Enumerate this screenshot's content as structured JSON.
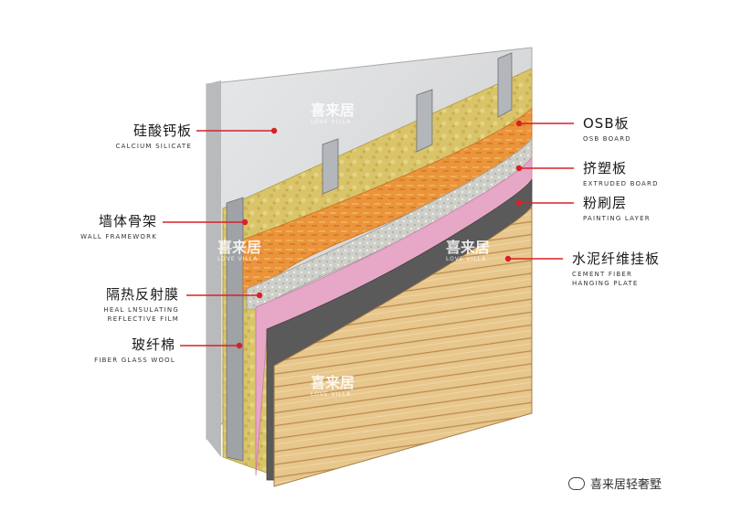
{
  "labels": {
    "calcium_silicate": {
      "zh": "硅酸钙板",
      "en": "CALCIUM SILICATE"
    },
    "wall_framework": {
      "zh": "墙体骨架",
      "en": "WALL FRAMEWORK"
    },
    "heat_film": {
      "zh": "隔热反射膜",
      "en_line1": "HEAL LNSULATING",
      "en_line2": "REFLECTIVE FILM"
    },
    "fiber_glass": {
      "zh": "玻纤棉",
      "en": "FIBER GLASS WOOL"
    },
    "osb": {
      "zh": "OSB板",
      "en": "OSB BOARD"
    },
    "extruded": {
      "zh": "挤塑板",
      "en": "EXTRUDED BOARD"
    },
    "painting": {
      "zh": "粉刷层",
      "en": "PAINTING LAYER"
    },
    "cement_fiber": {
      "zh": "水泥纤维挂板",
      "en_line1": "CEMENT FIBER",
      "en_line2": "HANGING PLATE"
    }
  },
  "watermark": {
    "name": "喜来居",
    "en": "LOVE VILLA"
  },
  "brand": {
    "text": "喜来居轻奢墅"
  },
  "colors": {
    "accent_red": "#d8202a",
    "calcium_board": "#d9dadb",
    "insulation": "#d9c46a",
    "osb": "#e8933c",
    "extruded": "#c9c9c4",
    "painting": "#e7a7c6",
    "cement": "#5a5a5a",
    "siding": "#e6c48a"
  }
}
